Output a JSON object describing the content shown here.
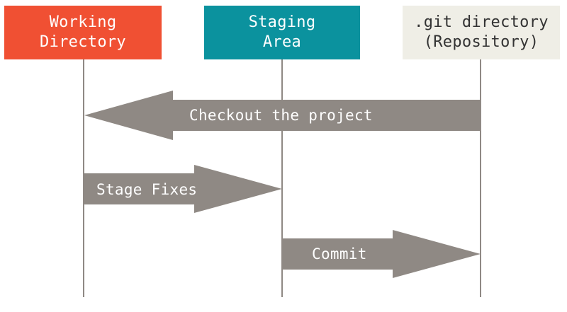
{
  "columns": [
    {
      "lines": [
        "Working",
        "Directory"
      ],
      "bg": "#f05033",
      "fg": "#ffffff"
    },
    {
      "lines": [
        "Staging",
        "Area"
      ],
      "bg": "#0b929e",
      "fg": "#ffffff"
    },
    {
      "lines": [
        ".git directory",
        "(Repository)"
      ],
      "bg": "#efeee6",
      "fg": "#333333"
    }
  ],
  "arrows": [
    {
      "label": "Checkout the project",
      "from": ".git directory (Repository)",
      "to": "Working Directory"
    },
    {
      "label": "Stage Fixes",
      "from": "Working Directory",
      "to": "Staging Area"
    },
    {
      "label": "Commit",
      "from": "Staging Area",
      "to": ".git directory (Repository)"
    }
  ],
  "colors": {
    "arrow_fill": "#8f8984",
    "lifeline": "#8f8984",
    "arrow_text": "#ffffff"
  }
}
